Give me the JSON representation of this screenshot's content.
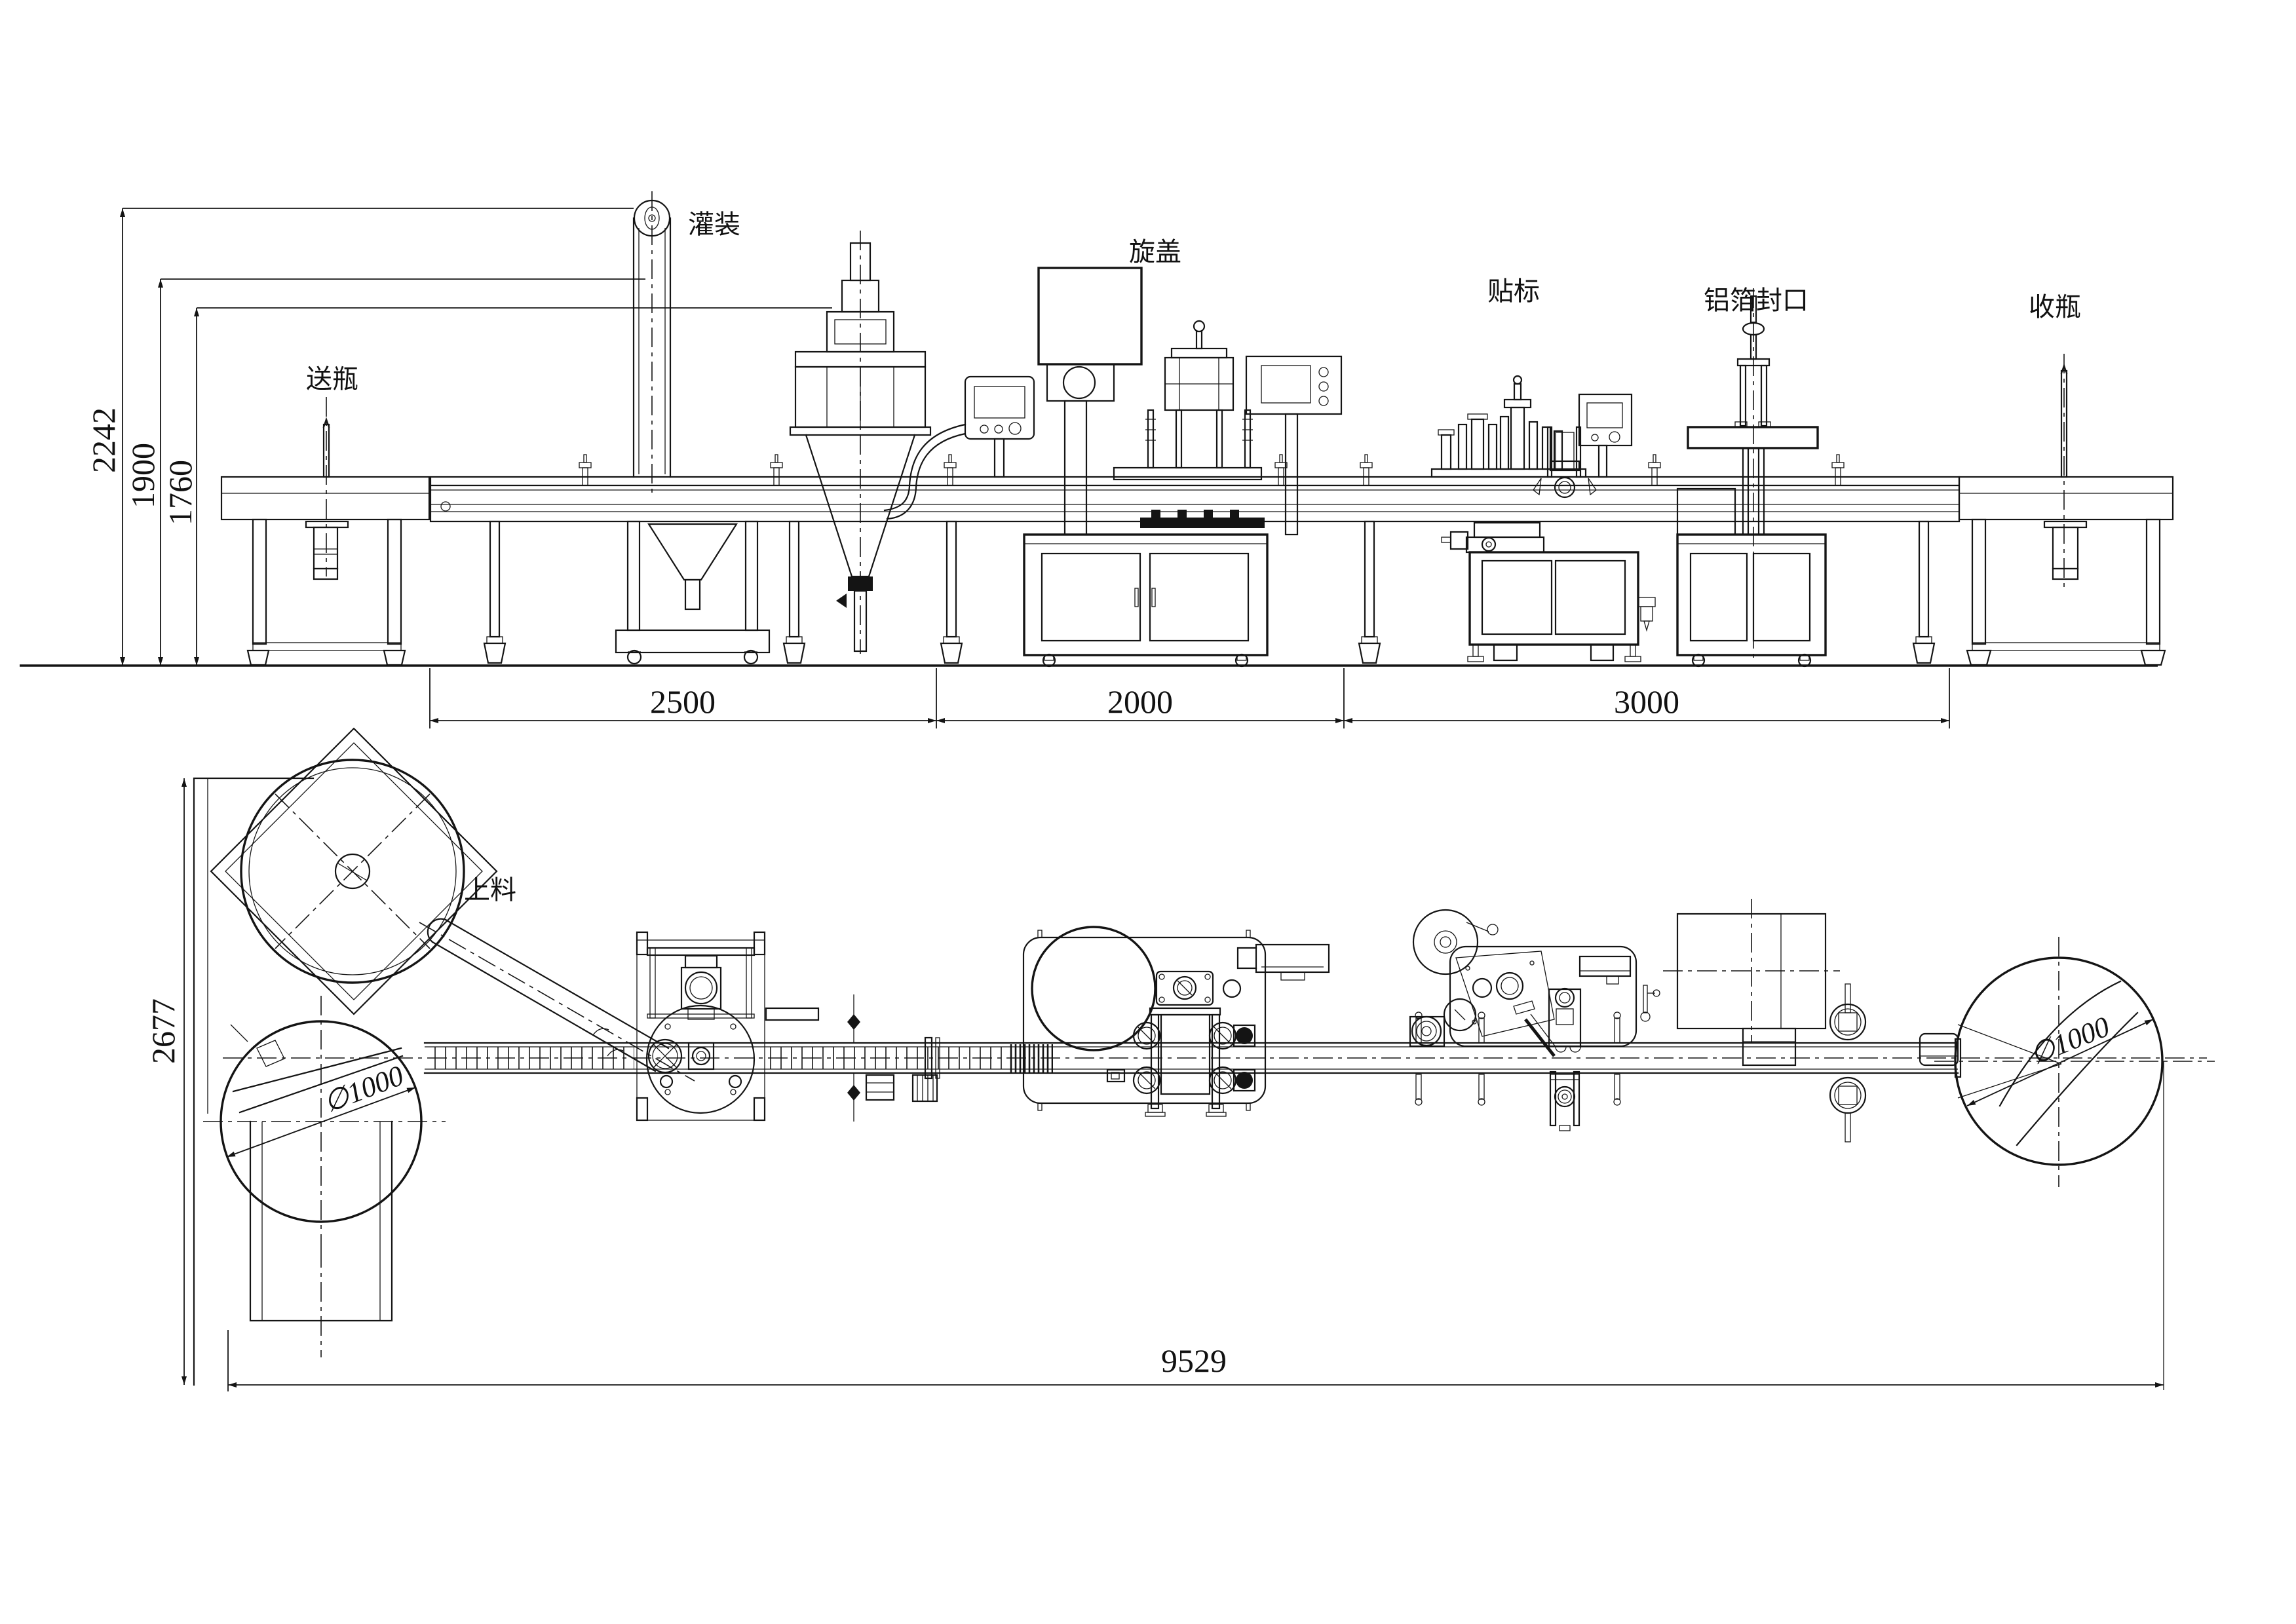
{
  "drawing": {
    "side_view": {
      "stations": {
        "feed": "送瓶",
        "fill": "灌装",
        "cap": "旋盖",
        "label": "贴标",
        "foil": "铝箔封口",
        "collect": "收瓶"
      },
      "height_dims": {
        "h1": "2242",
        "h2": "1900",
        "h3": "1760"
      },
      "width_dims": {
        "w1": "2500",
        "w2": "2000",
        "w3": "3000"
      }
    },
    "plan_view": {
      "stations": {
        "loading": "上料"
      },
      "dims": {
        "depth": "2677",
        "total_length": "9529",
        "infeed_turntable_dia": "∅1000",
        "outfeed_turntable_dia": "∅1000"
      }
    }
  }
}
